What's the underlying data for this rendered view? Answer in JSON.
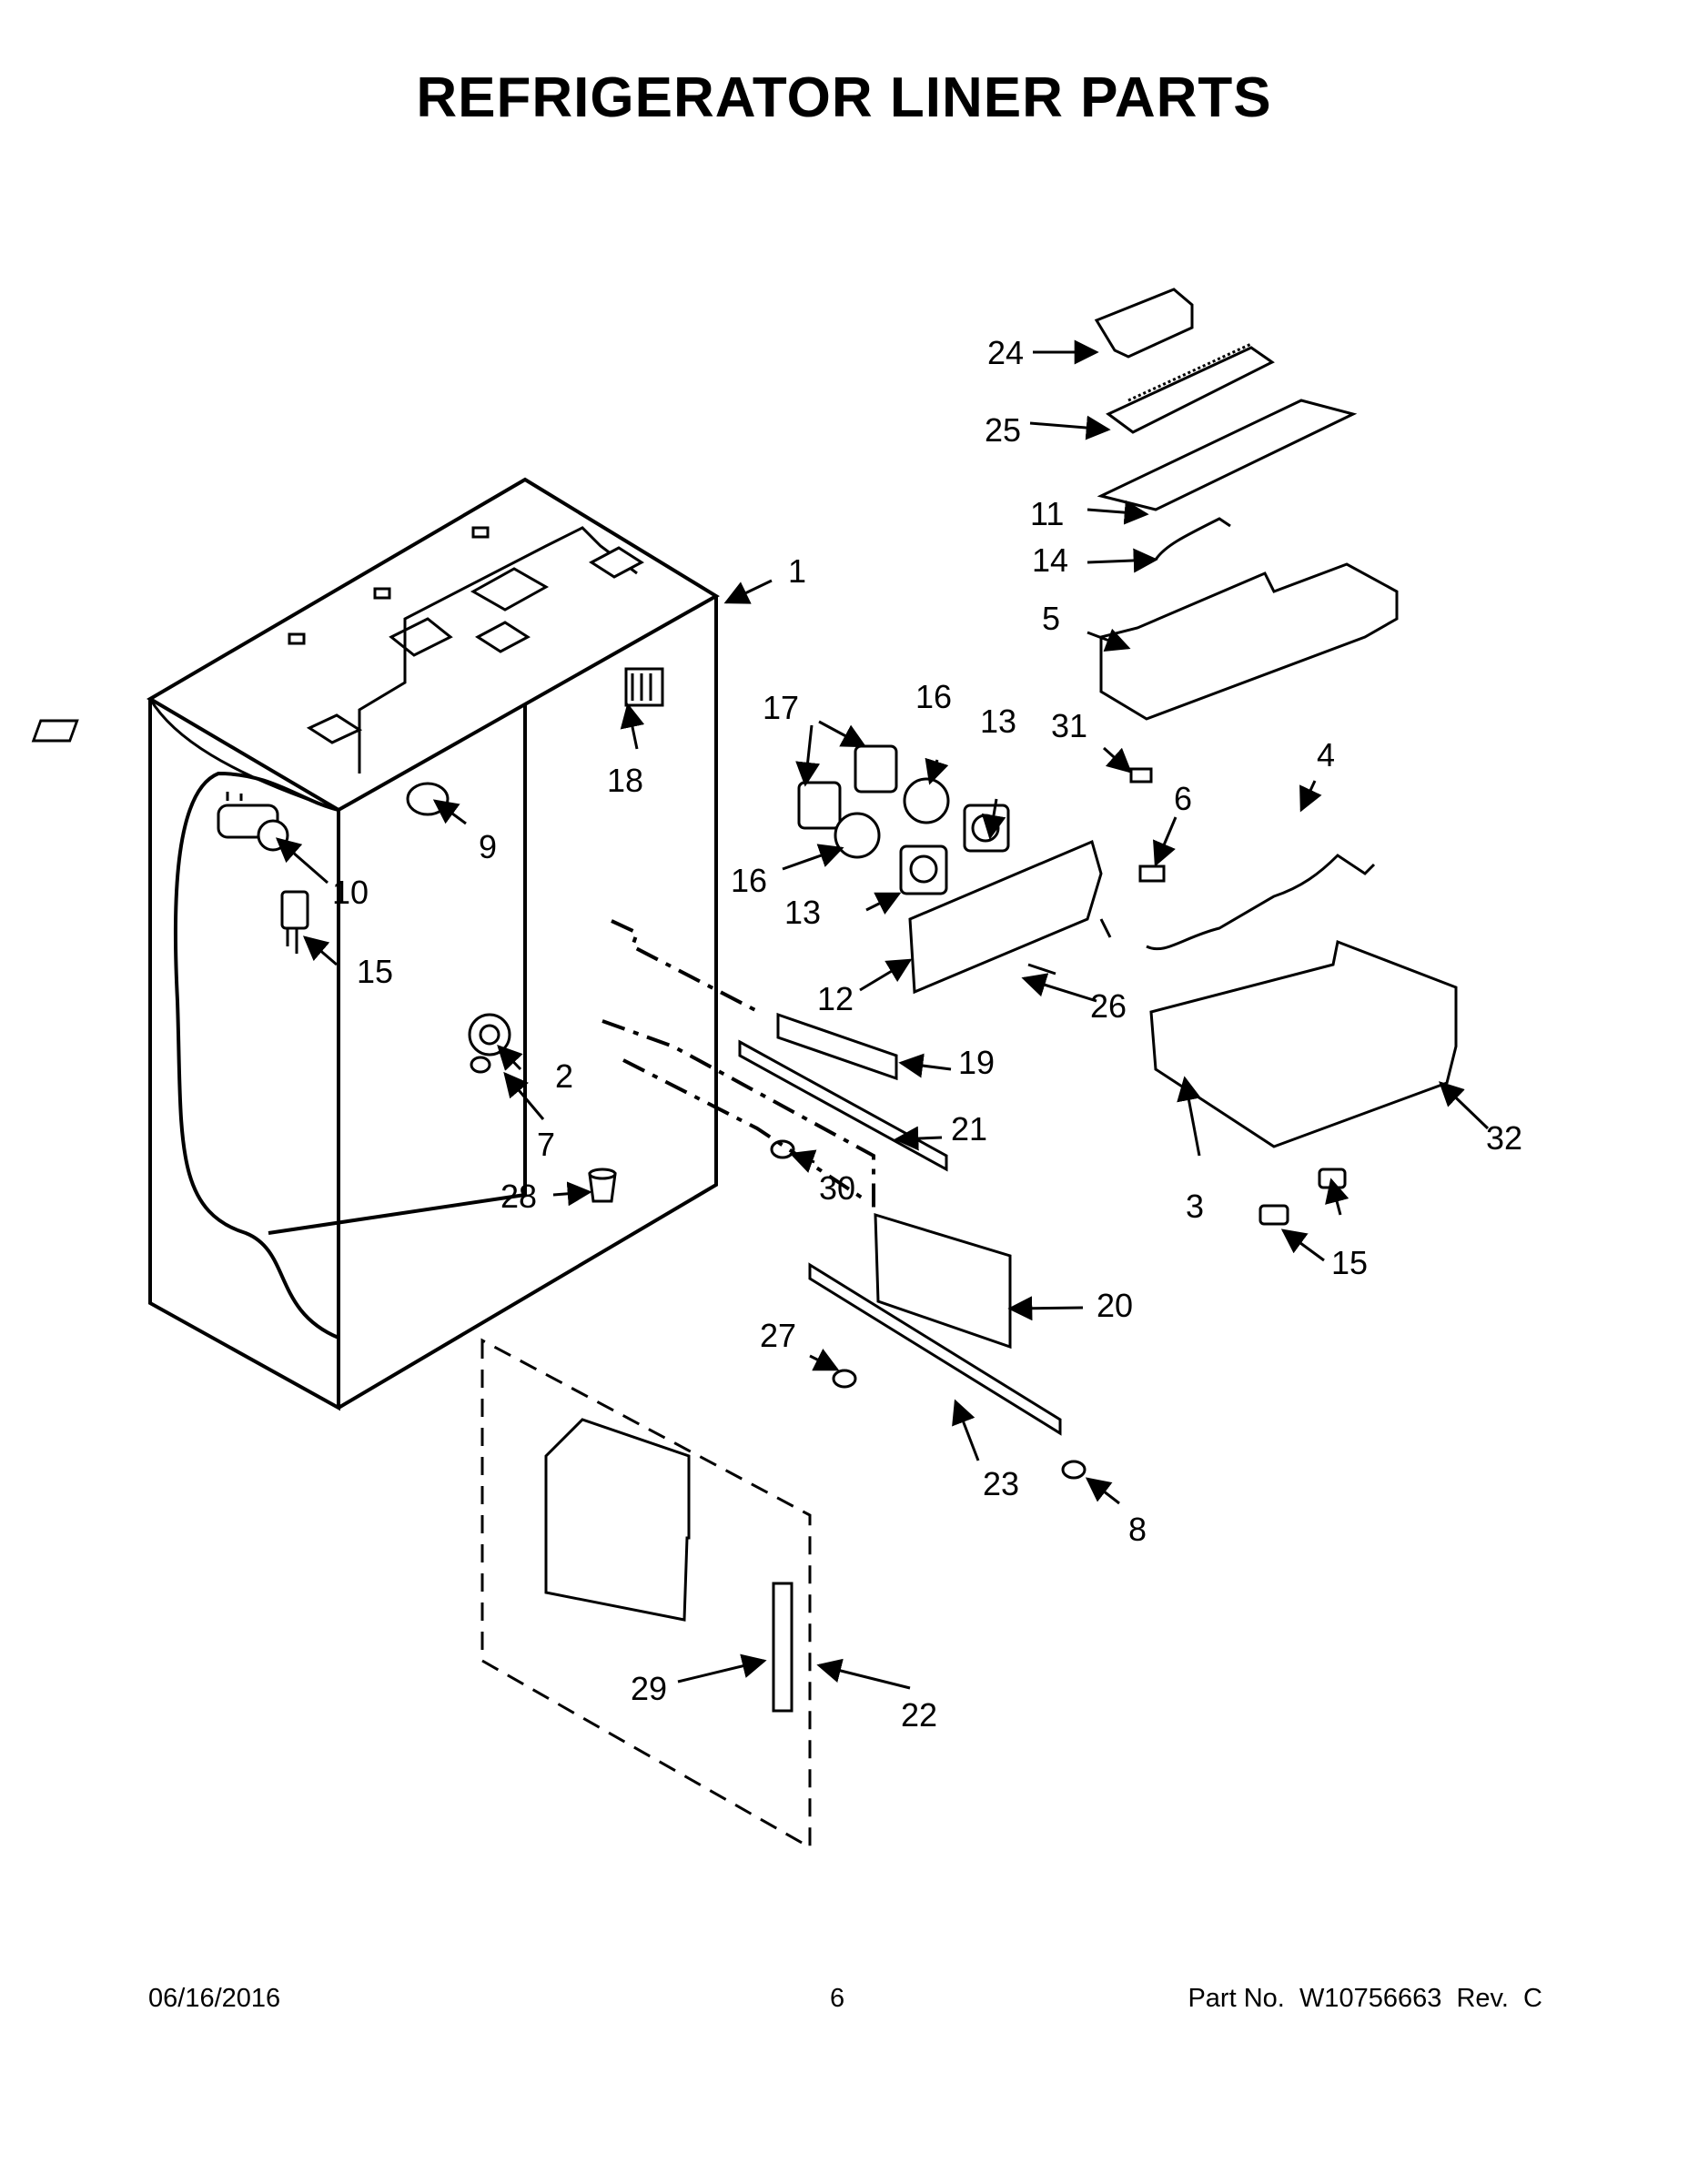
{
  "title": "REFRIGERATOR LINER PARTS",
  "callouts": [
    "1",
    "2",
    "3",
    "4",
    "5",
    "6",
    "7",
    "8",
    "9",
    "10",
    "11",
    "12",
    "13",
    "13",
    "14",
    "15",
    "15",
    "16",
    "16",
    "17",
    "18",
    "19",
    "20",
    "21",
    "22",
    "23",
    "24",
    "25",
    "26",
    "27",
    "28",
    "29",
    "30",
    "31",
    "32"
  ],
  "footer": {
    "date": "06/16/2016",
    "page": "6",
    "part_number": "Part No.  W10756663  Rev.  C"
  }
}
